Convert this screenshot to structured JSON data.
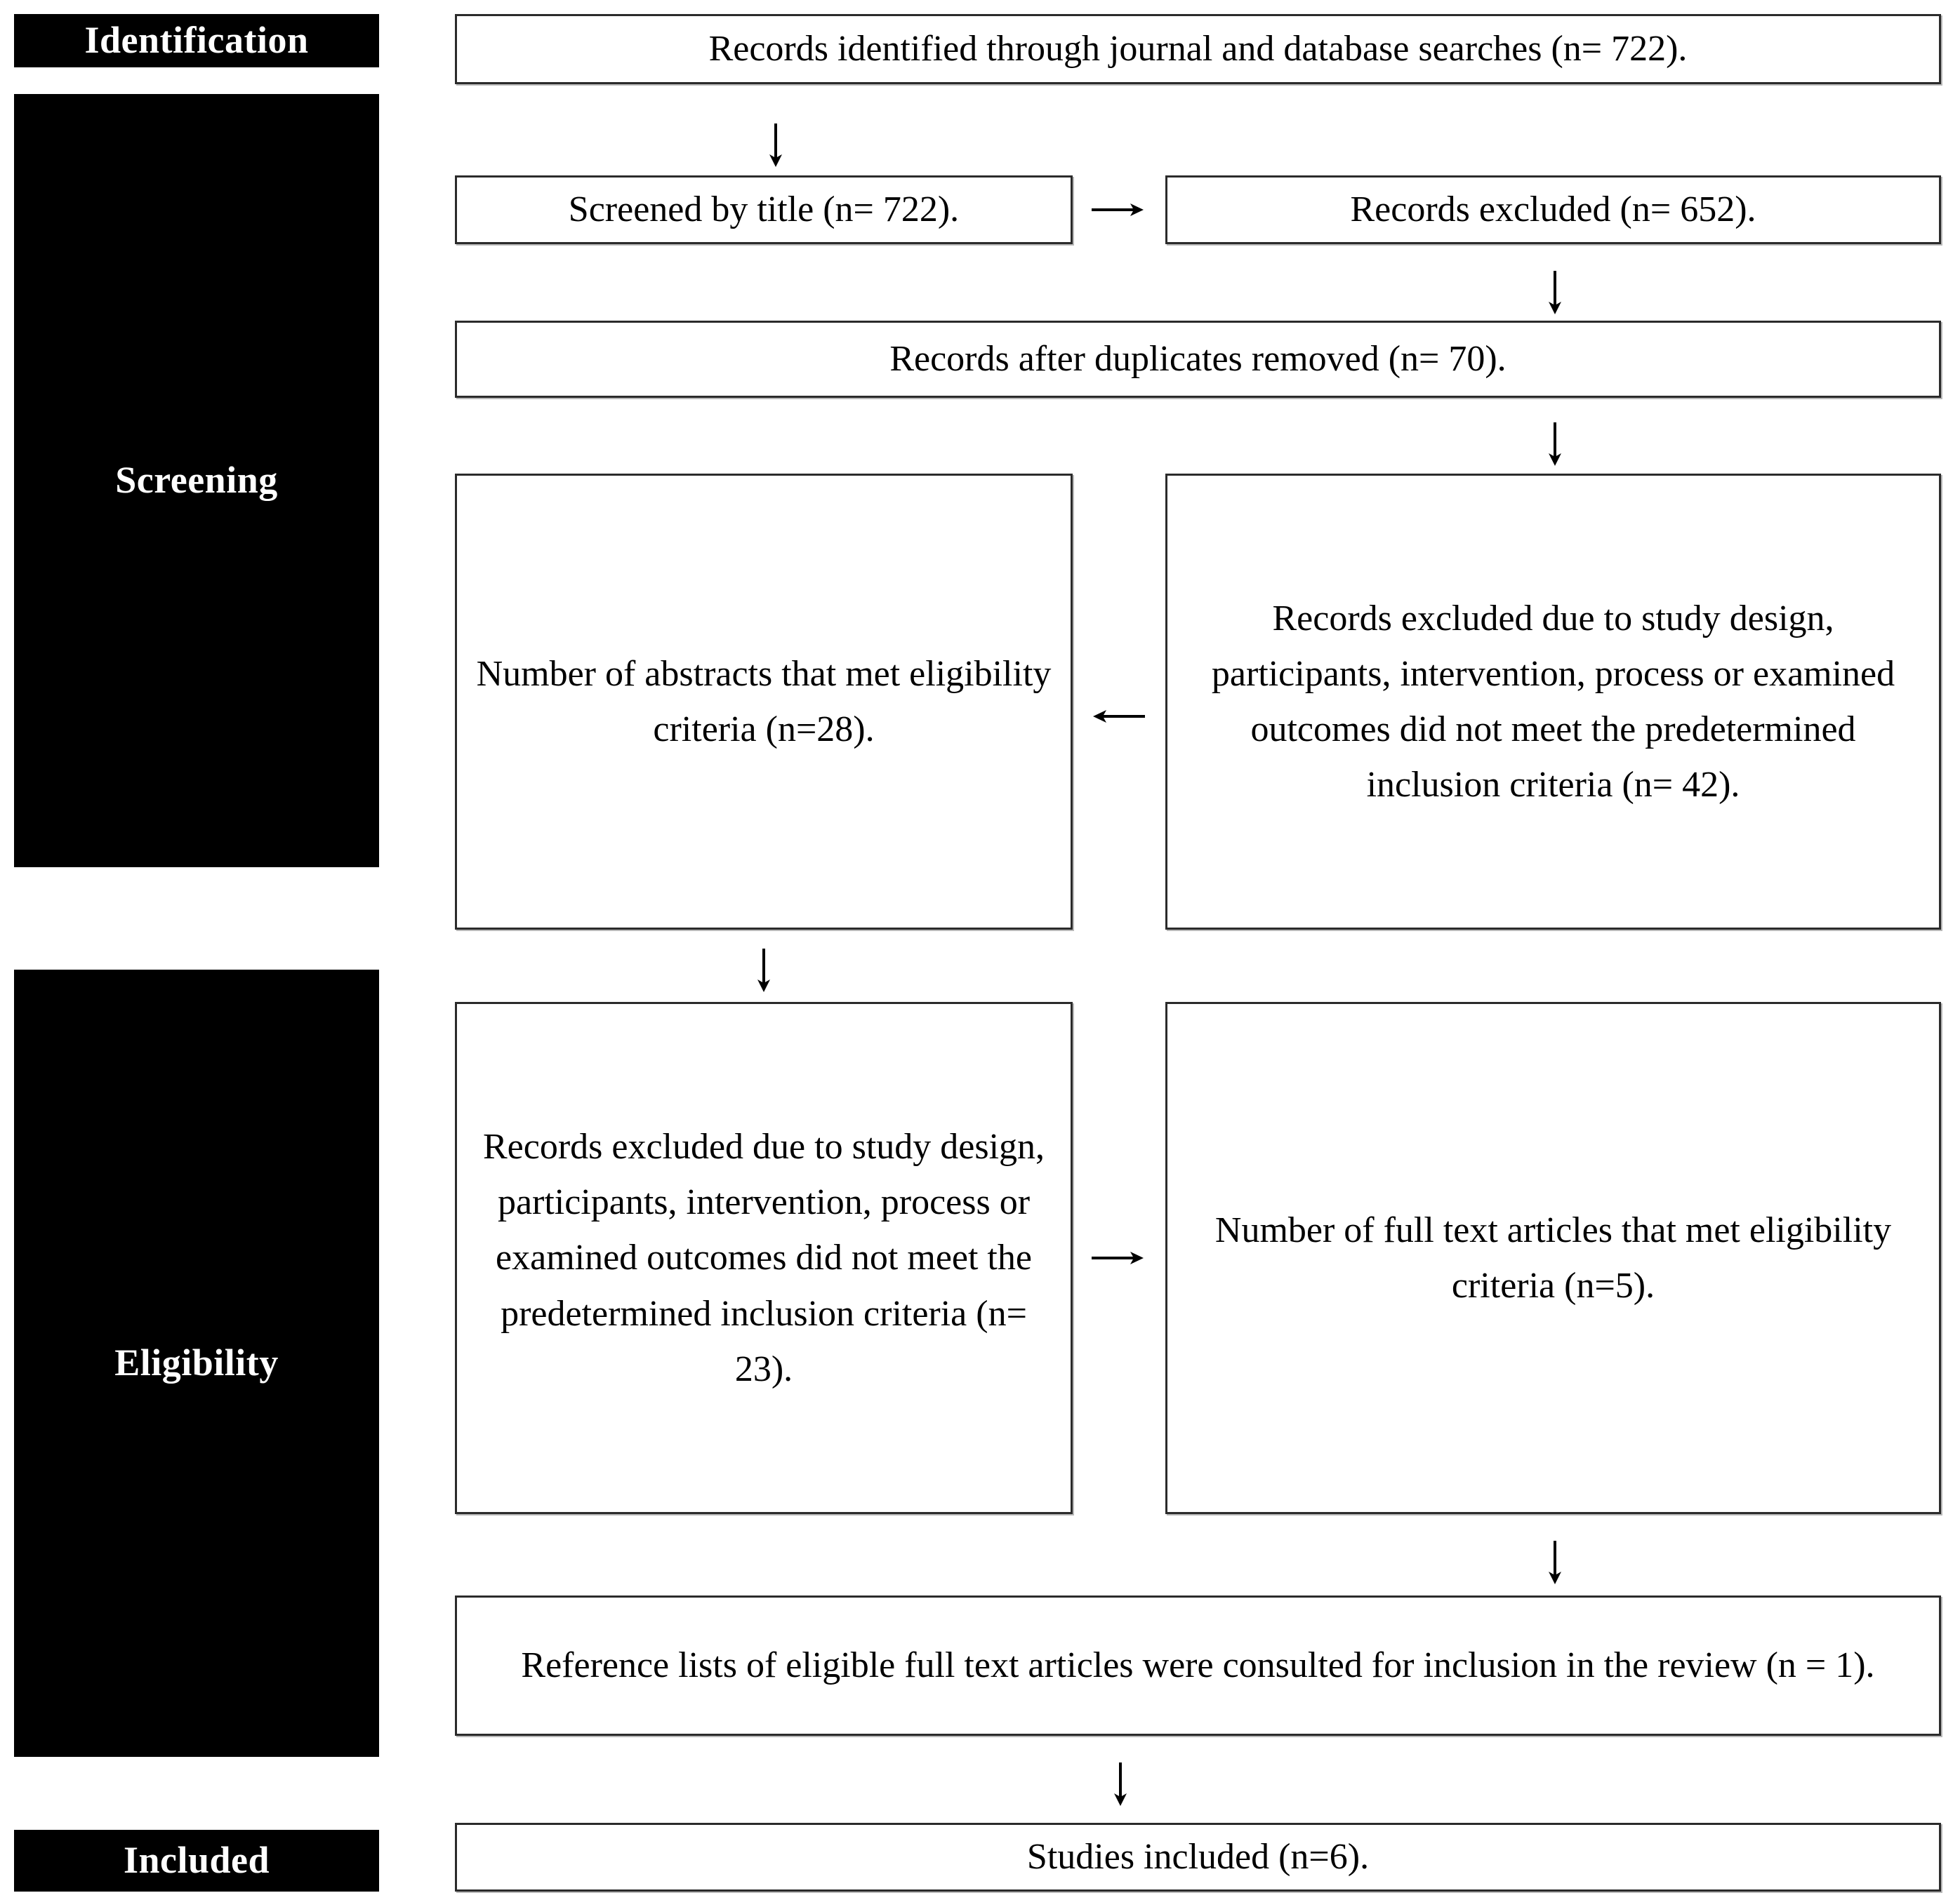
{
  "diagram": {
    "title": "PRISMA study selection flow diagram",
    "stage_label_color": "#000000",
    "stage_text_color": "#ffffff",
    "box_border_color": "#2b2b2b",
    "background_color": "#ffffff"
  },
  "stages": [
    {
      "id": "identification",
      "label": "Identification"
    },
    {
      "id": "screening",
      "label": "Screening"
    },
    {
      "id": "eligibility",
      "label": "Eligibility"
    },
    {
      "id": "included",
      "label": "Included"
    }
  ],
  "boxes": {
    "records_identified": "Records identified through journal and database searches (n= 722).",
    "screened_by_title": "Screened by title (n= 722).",
    "records_excluded_title": "Records excluded (n= 652).",
    "records_after_duplicates": "Records after duplicates removed (n= 70).",
    "abstracts_eligible": "Number of abstracts that met eligibility criteria (n=28).",
    "records_excluded_screening": "Records excluded due to study design, participants, intervention, process or examined outcomes did not meet the predetermined inclusion criteria (n= 42).",
    "records_excluded_eligibility": "Records excluded due to study design, participants, intervention, process or examined outcomes did not meet the predetermined inclusion criteria (n= 23).",
    "fulltext_eligible": "Number of full text articles that met eligibility criteria (n=5).",
    "reference_lists": "Reference lists of eligible full text articles were consulted for inclusion in the review (n = 1).",
    "studies_included": "Studies included (n=6)."
  },
  "arrows": [
    {
      "id": "arrow-identified-to-screened",
      "direction": "down"
    },
    {
      "id": "arrow-screened-to-excluded",
      "direction": "right"
    },
    {
      "id": "arrow-excluded-to-duplicates",
      "direction": "down"
    },
    {
      "id": "arrow-duplicates-to-screening-excluded",
      "direction": "down"
    },
    {
      "id": "arrow-screening-excluded-to-abstracts",
      "direction": "left"
    },
    {
      "id": "arrow-abstracts-to-eligibility-excluded",
      "direction": "down"
    },
    {
      "id": "arrow-eligibility-excluded-to-fulltext",
      "direction": "right"
    },
    {
      "id": "arrow-fulltext-to-reference-lists",
      "direction": "down"
    },
    {
      "id": "arrow-reference-lists-to-studies",
      "direction": "down"
    }
  ]
}
